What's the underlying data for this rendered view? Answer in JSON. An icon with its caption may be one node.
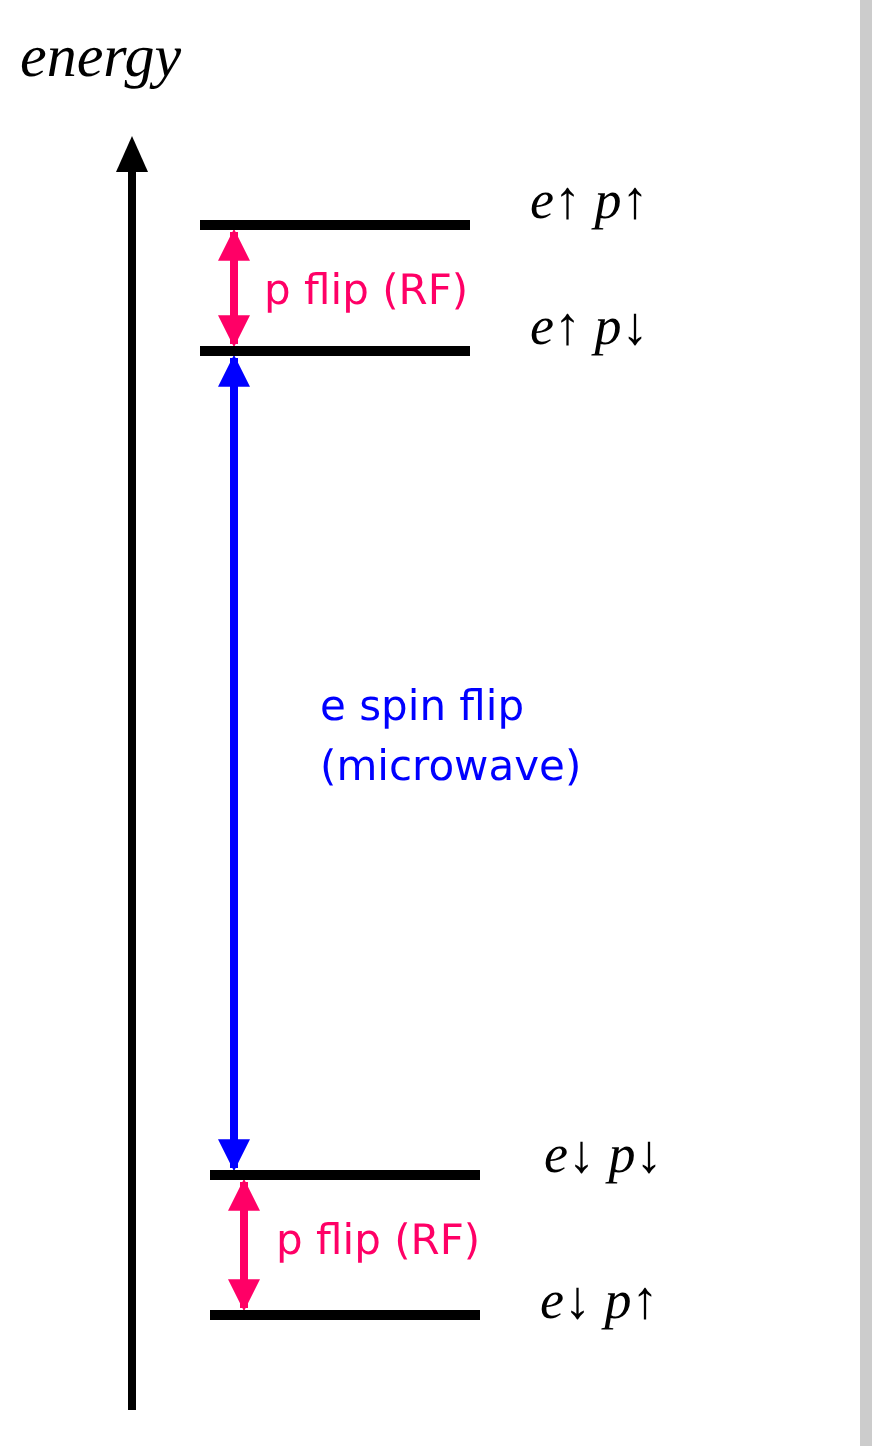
{
  "diagram": {
    "nodes": [
      {
        "text": [],
        "shape": "bar",
        "beside": [
          "e↑ p↑"
        ]
      },
      {
        "text": [],
        "shape": "bar",
        "beside": [
          "e↑ p↓"
        ]
      },
      {
        "text": [],
        "shape": "bar",
        "beside": [
          "e↓ p↓"
        ]
      },
      {
        "text": [],
        "shape": "bar",
        "beside": [
          "e↓ p↑"
        ]
      }
    ],
    "edges": [
      {
        "from": 0,
        "to": 1,
        "arrow": "both",
        "label": "p flip (RF)",
        "color": "#ff0066"
      },
      {
        "from": 1,
        "to": 2,
        "arrow": "both",
        "label": "e spin flip (microwave)",
        "color": "#0000ff"
      },
      {
        "from": 2,
        "to": 3,
        "arrow": "both",
        "label": "p flip (RF)",
        "color": "#ff0066"
      }
    ],
    "labels": [
      "energy"
    ]
  }
}
